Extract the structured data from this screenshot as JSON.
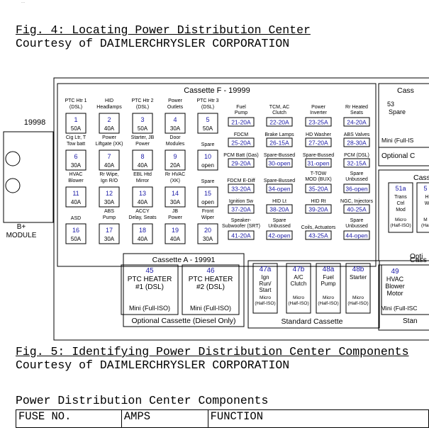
{
  "header_fragment": "...",
  "fig4": {
    "title": "Fig. 4: Locating Power Distribution Center",
    "courtesy": "Courtesy of DAIMLERCHRYSLER CORPORATION"
  },
  "fig5": {
    "title": "Fig. 5: Identifying Power Distribution Center Components",
    "courtesy": "Courtesy of DAIMLERCHRYSLER CORPORATION"
  },
  "diagram": {
    "left_label": "19998",
    "module_label": [
      "B+",
      "MODULE"
    ],
    "cassette_f_title": "Cassette F - 19999",
    "fuses": [
      {
        "label": [
          "PTC Htr 1",
          "(DSL)"
        ],
        "num": "1",
        "amp": "50A"
      },
      {
        "label": [
          "HID",
          "Headlamps"
        ],
        "num": "2",
        "amp": "40A"
      },
      {
        "label": [
          "PTC Htr 2",
          "(DSL)"
        ],
        "num": "3",
        "amp": "50A"
      },
      {
        "label": [
          "Power",
          "Outlets"
        ],
        "num": "4",
        "amp": "30A"
      },
      {
        "label": [
          "PTC Htr 3",
          "(DSL)"
        ],
        "num": "5",
        "amp": "50A"
      },
      {
        "label": [
          "Cig Ltr, T",
          "Tow batt"
        ],
        "num": "6",
        "amp": "30A"
      },
      {
        "label": [
          "Power",
          "Liftgate (XK)"
        ],
        "num": "7",
        "amp": "40A"
      },
      {
        "label": [
          "Starter, JB",
          "Power"
        ],
        "num": "8",
        "amp": "40A"
      },
      {
        "label": [
          "Door",
          "Modules"
        ],
        "num": "9",
        "amp": "20A"
      },
      {
        "label": [
          "Spare"
        ],
        "num": "10",
        "amp": "open"
      },
      {
        "label": [
          "HVAC",
          "Blower"
        ],
        "num": "11",
        "amp": "40A"
      },
      {
        "label": [
          "Rr Wipe,",
          "Ign R/O"
        ],
        "num": "12",
        "amp": "30A"
      },
      {
        "label": [
          "EBL Htd",
          "Mirror"
        ],
        "num": "13",
        "amp": "40A"
      },
      {
        "label": [
          "Rr HVAC",
          "(XK)"
        ],
        "num": "14",
        "amp": "30A"
      },
      {
        "label": [
          "Spare"
        ],
        "num": "15",
        "amp": "open"
      },
      {
        "label": [
          "ASD"
        ],
        "num": "16",
        "amp": "50A"
      },
      {
        "label": [
          "ABS",
          "Pump"
        ],
        "num": "17",
        "amp": "30A"
      },
      {
        "label": [
          "ACCY",
          "Delay, Seats"
        ],
        "num": "18",
        "amp": "40A"
      },
      {
        "label": [
          "JB",
          "Power"
        ],
        "num": "19",
        "amp": "40A"
      },
      {
        "label": [
          "Front",
          "Wiper"
        ],
        "num": "20",
        "amp": "30A"
      }
    ],
    "minifuses": [
      {
        "label": [
          "Fuel",
          "Pump"
        ],
        "code": "21-20A"
      },
      {
        "label": [
          "TCM, AC",
          "Clutch"
        ],
        "code": "22-20A"
      },
      {
        "label": [
          "Power",
          "Inverter"
        ],
        "code": "23-25A"
      },
      {
        "label": [
          "Rr Heated",
          "Seats"
        ],
        "code": "24-20A"
      },
      {
        "label": [
          "FDCM"
        ],
        "code": "25-20A"
      },
      {
        "label": [
          "Brake Lamps"
        ],
        "code": "26-15A"
      },
      {
        "label": [
          "HD Washer"
        ],
        "code": "27-20A"
      },
      {
        "label": [
          "ABS Valves"
        ],
        "code": "28-30A"
      },
      {
        "label": [
          "PCM Batt (Gas)"
        ],
        "code": "29-20A"
      },
      {
        "label": [
          "Spare-Bussed"
        ],
        "code": "30-open"
      },
      {
        "label": [
          "Spare-Bussed"
        ],
        "code": "31-open"
      },
      {
        "label": [
          "PCM (DSL)"
        ],
        "code": "32-15A"
      },
      {
        "label": [
          "FDCM E-Diff"
        ],
        "code": "33-20A"
      },
      {
        "label": [
          "Spare-Bussed"
        ],
        "code": "34-open"
      },
      {
        "label": [
          "T-TOW",
          "MOD (BUX)"
        ],
        "code": "35-20A"
      },
      {
        "label": [
          "Spare",
          "Unbussed"
        ],
        "code": "36-open"
      },
      {
        "label": [
          "Ignition Sw"
        ],
        "code": "37-20A"
      },
      {
        "label": [
          "HID Lt"
        ],
        "code": "38-20A"
      },
      {
        "label": [
          "HID Rt"
        ],
        "code": "39-20A"
      },
      {
        "label": [
          "NGC, Injectors"
        ],
        "code": "40-25A"
      },
      {
        "label": [
          "Speaker-",
          "Subwoofer (SRT)"
        ],
        "code": "41-20A"
      },
      {
        "label": [
          "Spare",
          "Unbussed"
        ],
        "code": "42-open"
      },
      {
        "label": [
          "Coils, Actuators"
        ],
        "code": "43-25A"
      },
      {
        "label": [
          "Spare",
          "Unbussed"
        ],
        "code": "44-open"
      }
    ],
    "cassette_a": {
      "title": "Cassette A - 19991",
      "items": [
        {
          "num": "45",
          "name": [
            "PTC HEATER",
            "#1 (DSL)"
          ],
          "type": "Mini (Full-ISO)"
        },
        {
          "num": "46",
          "name": [
            "PTC HEATER",
            "#2 (DSL)"
          ],
          "type": "Mini (Full-ISO)"
        }
      ],
      "caption": "Optional Cassette (Diesel Only)"
    },
    "standard": {
      "relays": [
        {
          "num": "47a",
          "name": [
            "Ign",
            "Run/",
            "Start"
          ],
          "type": [
            "Micro",
            "(Half-ISO)"
          ]
        },
        {
          "num": "47b",
          "name": [
            "A/C",
            "Clutch"
          ],
          "type": [
            "Micro",
            "(Half-ISO)"
          ]
        },
        {
          "num": "48a",
          "name": [
            "Fuel",
            "Pump"
          ],
          "type": [
            "Micro",
            "(Half-ISO)"
          ]
        },
        {
          "num": "48b",
          "name": [
            "Starter"
          ],
          "type": [
            "Micro",
            "(Half-ISO)"
          ]
        }
      ],
      "caption": "Standard Cassette"
    },
    "right_top": {
      "title": "Cass",
      "num": "53",
      "name": "Spare",
      "type": "Mini (Full-IS",
      "caption": "Optional C"
    },
    "right_mid": {
      "title": "Cass",
      "relay": {
        "num": "51a",
        "name": [
          "Trans",
          "Ctrl",
          "Mod"
        ],
        "type": [
          "Micro",
          "(Half-ISO)"
        ]
      },
      "partial_num": "5",
      "partial_name": [
        "H",
        "W"
      ],
      "partial_type": [
        "M",
        "(Hal"
      ],
      "caption": "Opti"
    },
    "right_bot": {
      "title": "Cass",
      "num": "49",
      "name": [
        "HVAC",
        "Blower",
        "Motor"
      ],
      "type": "Mini (Full-ISC",
      "caption": "Stan"
    }
  },
  "table": {
    "headers": [
      "FUSE NO.",
      "AMPS",
      "FUNCTION"
    ]
  },
  "table_title": "Power Distribution Center Components",
  "colors": {
    "blue": "#1a1aa6",
    "border": "#000000"
  }
}
